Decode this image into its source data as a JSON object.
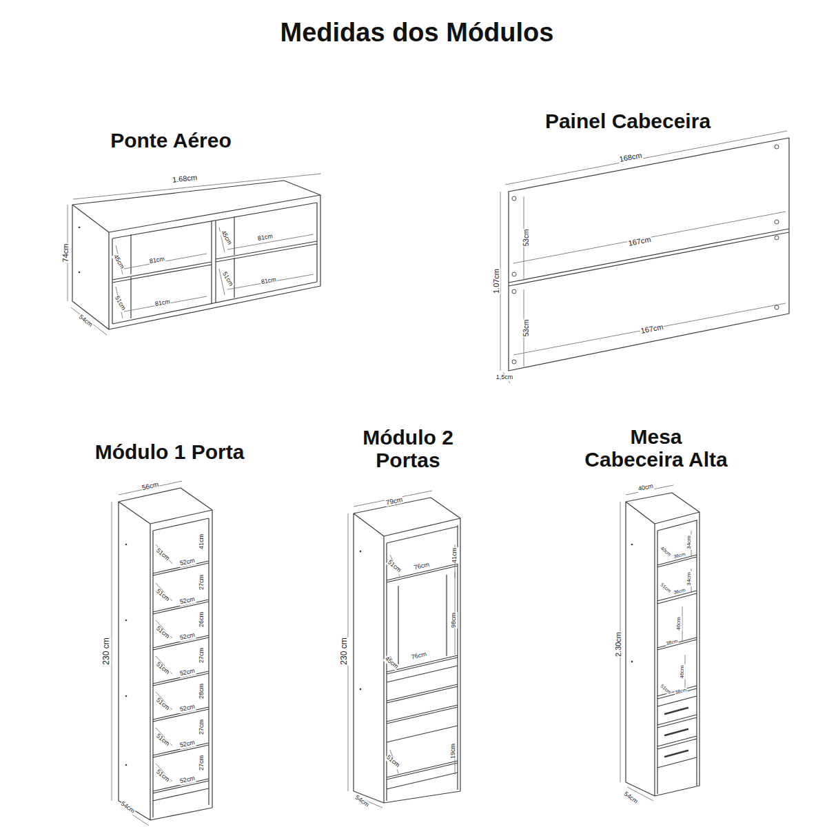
{
  "diagram": {
    "title": "Medidas dos Módulos",
    "labels": [
      "Ponte Aéreo",
      "1.68cm",
      "74cm",
      "54cm",
      "45cm",
      "81cm",
      "45cm",
      "81cm",
      "51cm",
      "81cm",
      "51cm",
      "81cm",
      "Painel Cabeceira",
      "168cm",
      "53cm",
      "167cm",
      "1.07cm",
      "53cm",
      "167cm",
      "1,5cm",
      "Módulo 1 Porta",
      "56cm",
      "230 cm",
      "54cm",
      "51cm",
      "52cm",
      "41cm",
      "51cm",
      "52cm",
      "27cm",
      "51cm",
      "52cm",
      "26cm",
      "51cm",
      "52cm",
      "27cm",
      "51cm",
      "52cm",
      "28cm",
      "51cm",
      "52cm",
      "27cm",
      "51cm",
      "52cm",
      "27cm",
      "Módulo 2 Portas",
      "79cm",
      "41cm",
      "51cm",
      "76cm",
      "98cm",
      "45cm",
      "76cm",
      "51cm",
      "19cm",
      "230 cm",
      "54cm",
      "Mesa Cabeceira Alta",
      "40cm",
      "34cm",
      "40cm",
      "36cm",
      "34cm",
      "51cm",
      "36cm",
      "46cm",
      "38cm",
      "46cm",
      "51cm",
      "38cm",
      "2.30cm",
      "54cm"
    ]
  }
}
